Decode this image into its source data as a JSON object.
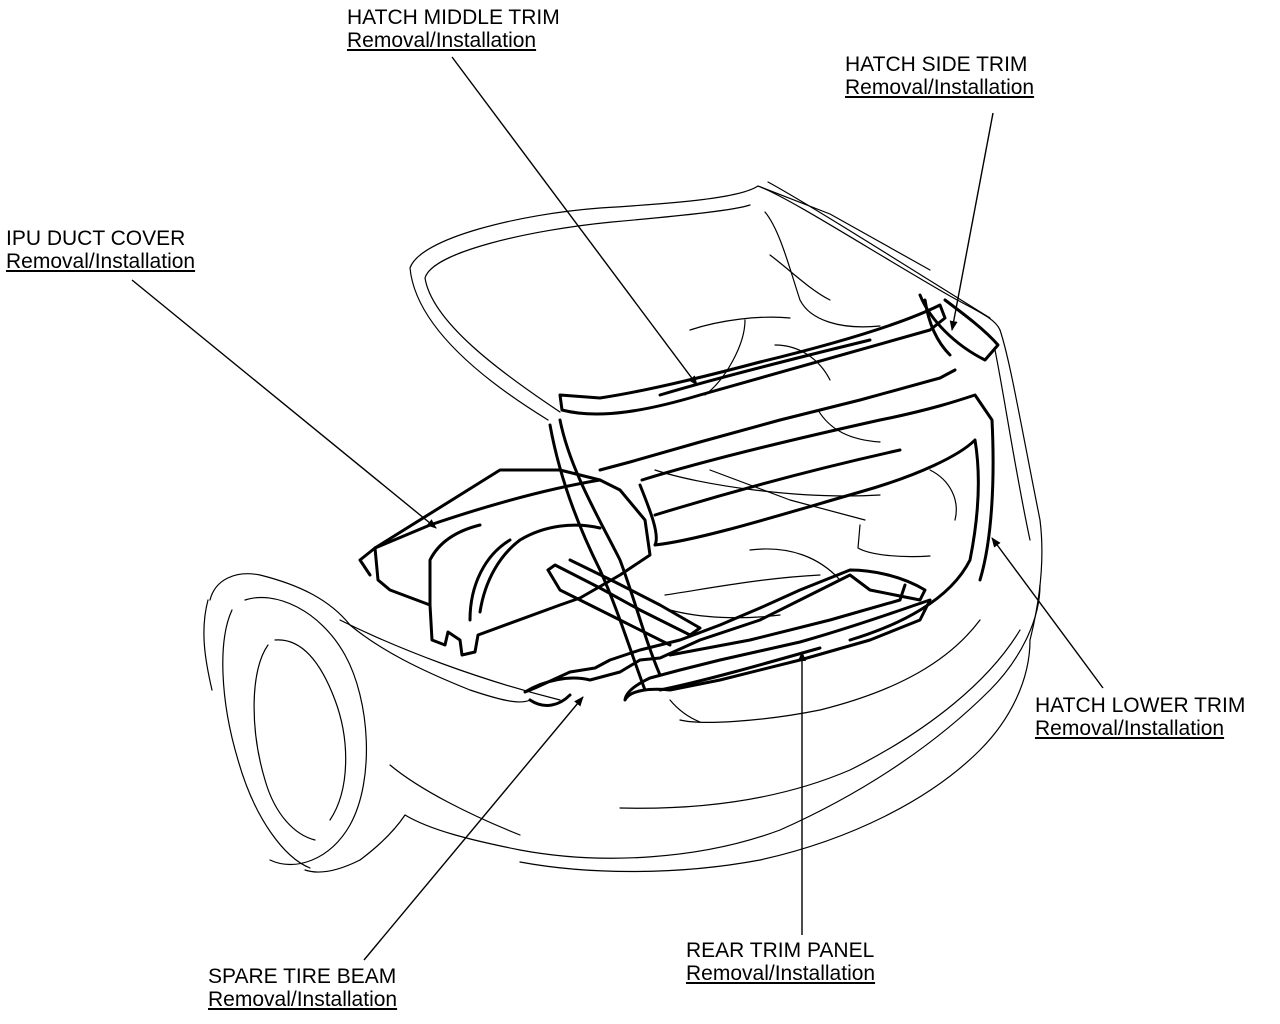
{
  "callouts": {
    "hatch_middle_trim": {
      "title": "HATCH MIDDLE TRIM",
      "link": "Removal/Installation"
    },
    "hatch_side_trim": {
      "title": "HATCH SIDE TRIM",
      "link": "Removal/Installation"
    },
    "ipu_duct_cover": {
      "title": "IPU DUCT COVER",
      "link": "Removal/Installation"
    },
    "hatch_lower_trim": {
      "title": "HATCH LOWER TRIM",
      "link": "Removal/Installation"
    },
    "spare_tire_beam": {
      "title": "SPARE TIRE BEAM",
      "link": "Removal/Installation"
    },
    "rear_trim_panel": {
      "title": "REAR TRIM PANEL",
      "link": "Removal/Installation"
    }
  },
  "colors": {
    "ink": "#000000",
    "background": "#ffffff"
  }
}
